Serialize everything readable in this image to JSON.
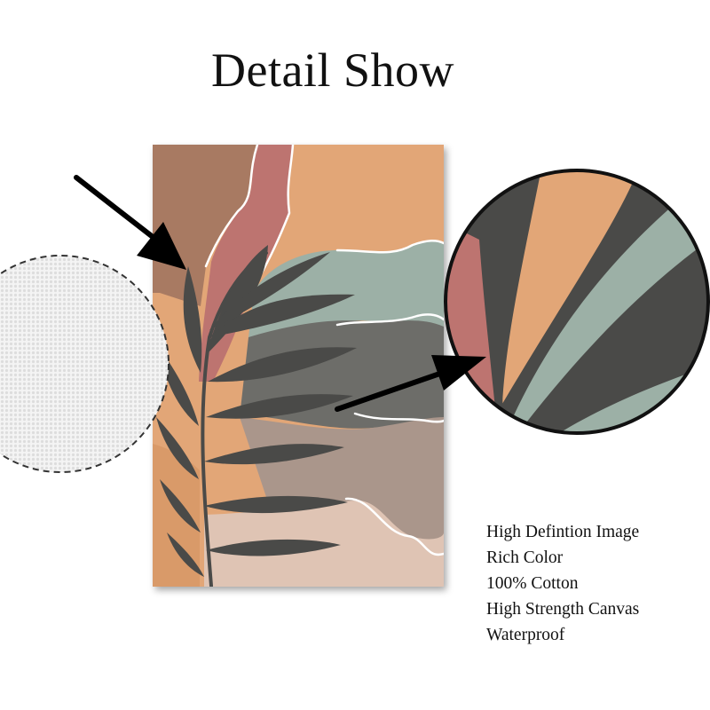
{
  "page": {
    "title": "Detail Show"
  },
  "colors": {
    "terracotta": "#a87a62",
    "rose": "#bd7470",
    "peach": "#e2a677",
    "sage": "#9cb0a6",
    "slate": "#6d6d69",
    "taupe": "#aa968b",
    "blush": "#dfc4b4",
    "leaf": "#4a4a48",
    "outline": "#ffffff",
    "text": "#111111"
  },
  "icons": {
    "left_pointer": "arrow-right-down-icon",
    "right_pointer": "arrow-right-up-icon"
  },
  "features": [
    "High Defintion Image",
    "Rich Color",
    "100% Cotton",
    "High Strength Canvas",
    "Waterproof"
  ]
}
